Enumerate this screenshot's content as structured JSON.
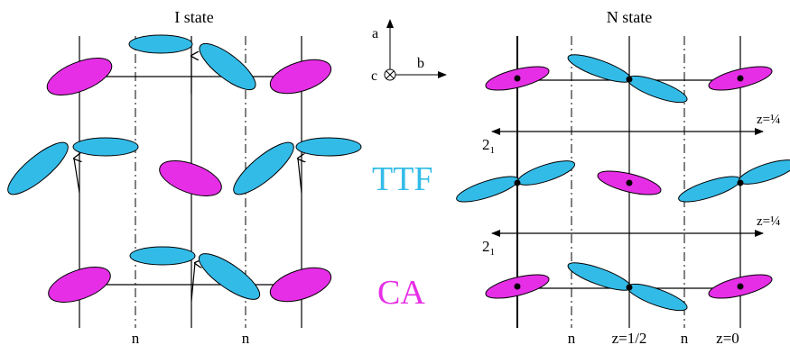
{
  "titles": {
    "left": "I state",
    "right": "N state"
  },
  "axes": {
    "a": "a",
    "b": "b",
    "c": "c"
  },
  "legend": {
    "ttf": {
      "label": "TTF",
      "color": "#33bbe8"
    },
    "ca": {
      "label": "CA",
      "color": "#e62ee6"
    }
  },
  "left_panel": {
    "n_labels": [
      "n",
      "n"
    ]
  },
  "right_panel": {
    "screw_labels": [
      "2",
      "2"
    ],
    "screw_subscript": "1",
    "z_labels": [
      "z=¼",
      "z=¼"
    ],
    "bottom_labels": [
      "n",
      "z=1/2",
      "n",
      "z=0"
    ]
  },
  "colors": {
    "stroke": "#000000"
  }
}
